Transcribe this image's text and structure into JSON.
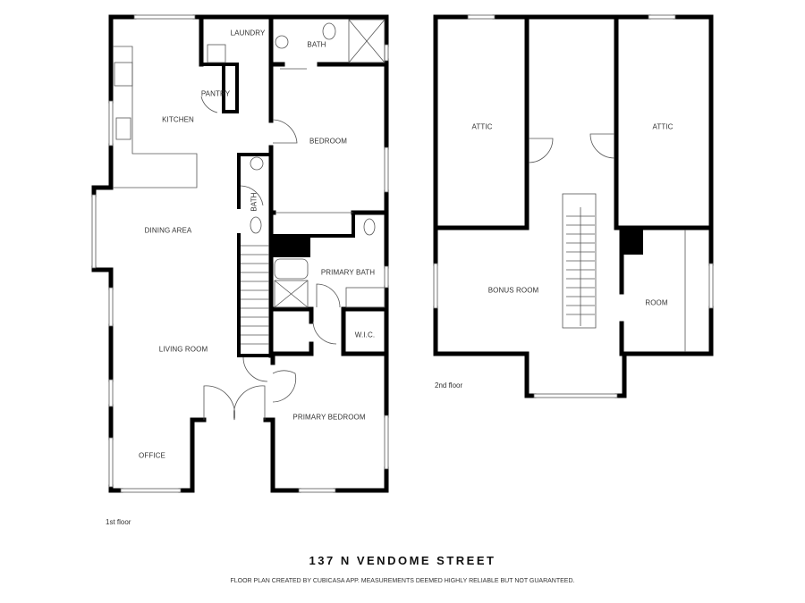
{
  "plan": {
    "title": "137 N VENDOME STREET",
    "disclaimer": "FLOOR PLAN CREATED BY CUBICASA APP. MEASUREMENTS DEEMED HIGHLY RELIABLE BUT NOT GUARANTEED."
  },
  "floors": [
    {
      "label": "1st floor",
      "rooms": [
        {
          "name": "LAUNDRY"
        },
        {
          "name": "BATH"
        },
        {
          "name": "PANTRY"
        },
        {
          "name": "KITCHEN"
        },
        {
          "name": "BEDROOM"
        },
        {
          "name": "BATH"
        },
        {
          "name": "DINING AREA"
        },
        {
          "name": "PRIMARY BATH"
        },
        {
          "name": "W.I.C."
        },
        {
          "name": "LIVING ROOM"
        },
        {
          "name": "PRIMARY BEDROOM"
        },
        {
          "name": "OFFICE"
        }
      ]
    },
    {
      "label": "2nd floor",
      "rooms": [
        {
          "name": "ATTIC"
        },
        {
          "name": "ATTIC"
        },
        {
          "name": "BONUS ROOM"
        },
        {
          "name": "ROOM"
        }
      ]
    }
  ]
}
